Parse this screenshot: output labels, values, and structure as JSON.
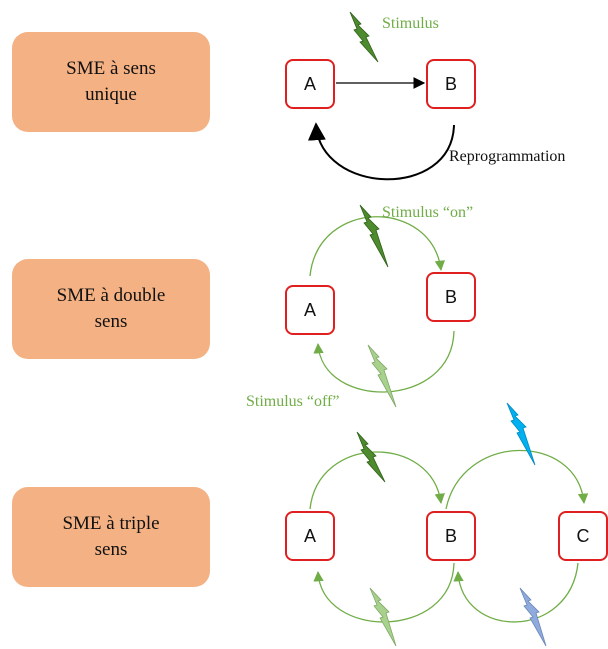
{
  "rows": [
    {
      "label_lines": [
        "SME à sens",
        "unique"
      ],
      "states": [
        "A",
        "B"
      ],
      "annotations": {
        "stimulus": "Stimulus",
        "reprogramming": "Reprogrammation"
      }
    },
    {
      "label_lines": [
        "SME à double",
        "sens"
      ],
      "states": [
        "A",
        "B"
      ],
      "annotations": {
        "on": "Stimulus “on”",
        "off": "Stimulus “off”"
      }
    },
    {
      "label_lines": [
        "SME à triple",
        "sens"
      ],
      "states": [
        "A",
        "B",
        "C"
      ]
    }
  ],
  "colors": {
    "label_fill": "#f4b183",
    "state_border": "#e02020",
    "arrow_green": "#70ad47",
    "bolt_dark_green": "#4e8a2e",
    "bolt_light_green": "#a9d18e",
    "bolt_cyan": "#00b0f0",
    "bolt_blue": "#8faadc",
    "arrow_black": "#000000"
  },
  "icons": [
    "lightning-bolt-icon"
  ]
}
